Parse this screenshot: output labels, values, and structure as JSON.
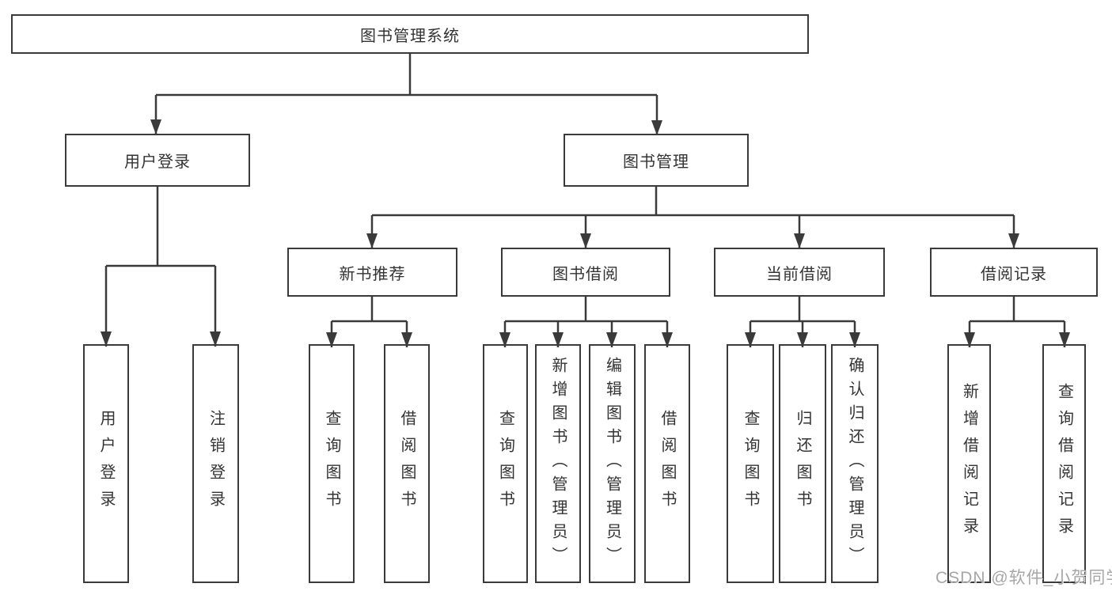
{
  "tree": {
    "root": "图书管理系统",
    "user_login": {
      "label": "用户登录",
      "children": [
        "用户登录",
        "注销登录"
      ]
    },
    "book_management": {
      "label": "图书管理",
      "sections": [
        {
          "label": "新书推荐",
          "children": [
            "查询图书",
            "借阅图书"
          ]
        },
        {
          "label": "图书借阅",
          "children": [
            "查询图书",
            "新增图书（管理员）",
            "编辑图书（管理员）",
            "借阅图书"
          ]
        },
        {
          "label": "当前借阅",
          "children": [
            "查询图书",
            "归还图书",
            "确认归还（管理员）"
          ]
        },
        {
          "label": "借阅记录",
          "children": [
            "新增借阅记录",
            "查询借阅记录"
          ]
        }
      ]
    }
  },
  "watermark": "CSDN @软件_小贺同学",
  "colors": {
    "line": "#3a3a3a",
    "text": "#333333",
    "background": "#ffffff",
    "watermark": "#a6a6a6"
  }
}
